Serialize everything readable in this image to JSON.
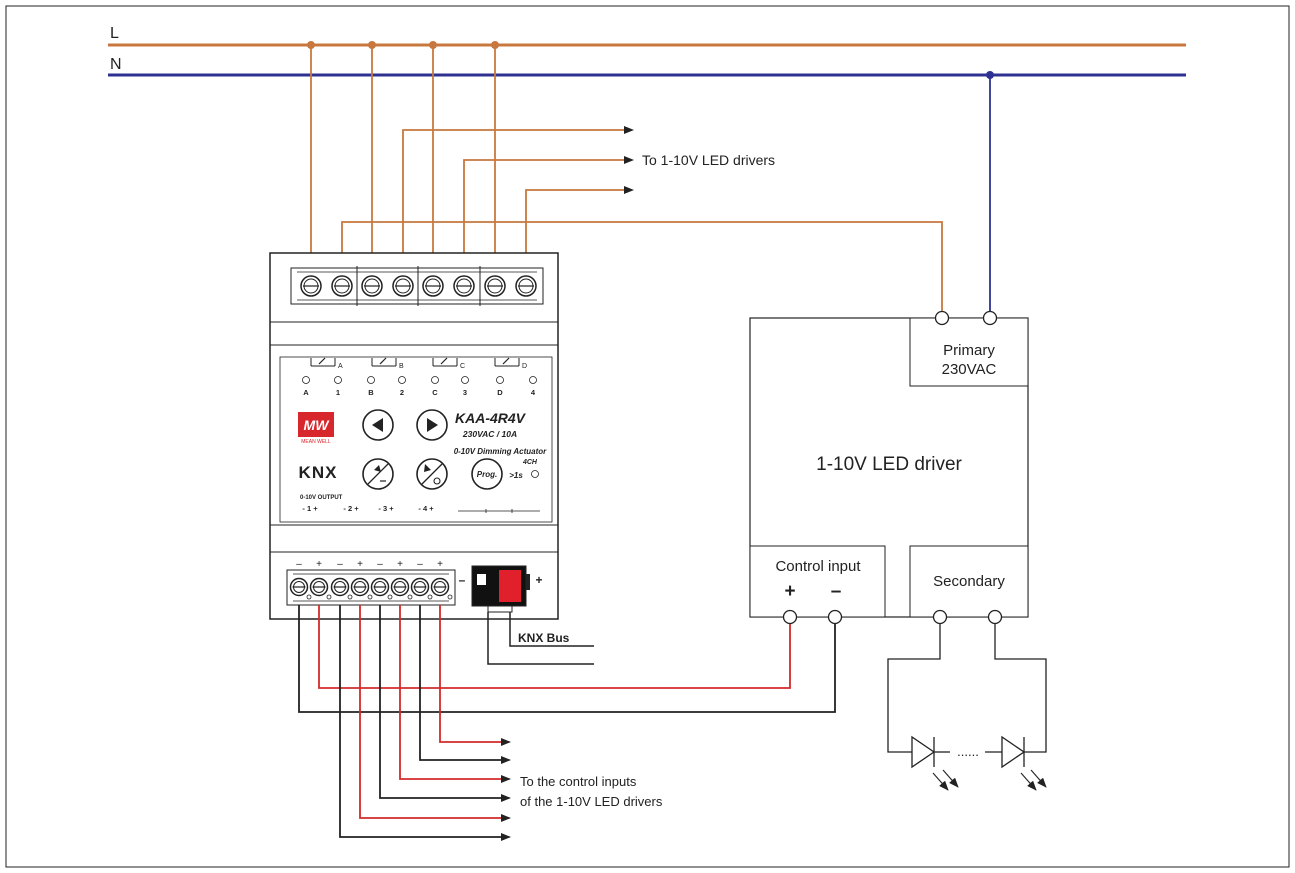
{
  "colors": {
    "live": "#c8783e",
    "neutral": "#2e3192",
    "control_plus": "#d42a2a",
    "control_minus": "#222222",
    "red_terminal": "#e0202a",
    "logo_red": "#d7262c"
  },
  "lines": {
    "live": "L",
    "neutral": "N"
  },
  "labels": {
    "to_led_drivers": "To 1-10V LED drivers",
    "to_control_inputs_1": "To the control inputs",
    "to_control_inputs_2": "of the 1-10V LED drivers",
    "knx_bus": "KNX Bus"
  },
  "actuator": {
    "model": "KAA-4R4V",
    "rating": "230VAC / 10A",
    "desc": "0-10V Dimming Actuator",
    "channels": "4CH",
    "output_label": "0-10V OUTPUT",
    "knx_logo": "KNX",
    "logo_text": "MW",
    "logo_sub": "MEAN WELL",
    "prog": "Prog.",
    "prog_time": ">1s",
    "relay_letters": [
      "A",
      "B",
      "C",
      "D"
    ],
    "led_labels": [
      "A",
      "1",
      "B",
      "2",
      "C",
      "3",
      "D",
      "4"
    ],
    "output_channels": [
      "- 1 +",
      "- 2 +",
      "- 3 +",
      "- 4 +"
    ],
    "bottom_polarity": [
      "–",
      "+",
      "–",
      "+",
      "–",
      "+",
      "–",
      "+"
    ],
    "knx_minus": "–",
    "knx_plus": "+"
  },
  "driver": {
    "title": "1-10V LED driver",
    "primary_1": "Primary",
    "primary_2": "230VAC",
    "control_input": "Control input",
    "plus": "+",
    "minus": "–",
    "secondary": "Secondary",
    "led_dots": "......"
  }
}
